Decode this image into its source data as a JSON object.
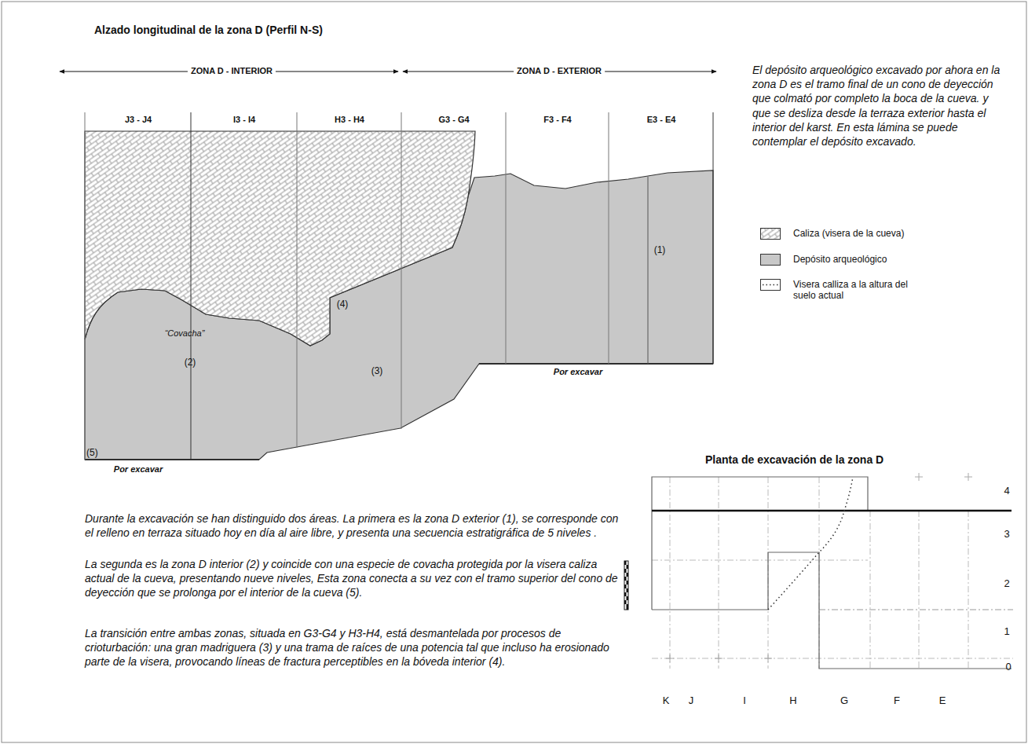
{
  "diagram": {
    "title": "Alzado longitudinal de la zona D (Perfil N-S)",
    "labels": [
      "ZONA D - INTERIOR",
      "ZONA D - EXTERIOR",
      "J3 - J4",
      "I3 - I4",
      "H3 - H4",
      "G3 - G4",
      "F3 - F4",
      "E3 - E4",
      "(1)",
      "(2)",
      "(3)",
      "(4)",
      "(5)",
      "“Covacha”",
      "Por excavar",
      "Por excavar",
      "El depósito arqueológico excavado por ahora en la zona D es el tramo final de un cono de deyección que colmató por completo la boca de la cueva. y que se desliza desde la terraza exterior hasta el interior del karst. En esta lámina se puede contemplar el depósito excavado.",
      "Planta de excavación de la zona D",
      "4",
      "3",
      "2",
      "1",
      "0",
      "K",
      "J",
      "I",
      "H",
      "G",
      "F",
      "E",
      "Durante la excavación se han distinguido dos áreas. La primera es la zona D exterior (1), se corresponde con el  relleno en terraza situado hoy en día al aire libre, y presenta una secuencia estratigráfica de 5 niveles .",
      "La segunda es la zona D interior (2) y coincide con  una especie de covacha protegida por la visera caliza actual de la cueva, presentando nueve niveles, Esta zona conecta a su vez con el tramo superior del cono de deyección que se prolonga por el interior de la cueva (5).",
      "La transición entre ambas zonas, situada en G3-G4 y H3-H4, está desmantelada por procesos de crioturbación: una gran madriguera (3) y una trama de raíces de una potencia tal que incluso ha erosionado parte de la visera, provocando líneas de fractura perceptibles en la bóveda interior (4)."
    ],
    "legend": [
      {
        "text": "Caliza (visera de la cueva)"
      },
      {
        "text": "Depósito arqueológico",
        "color": "#c8c8c8"
      },
      {
        "text": "Visera calliza a la altura del suelo actual"
      }
    ]
  }
}
